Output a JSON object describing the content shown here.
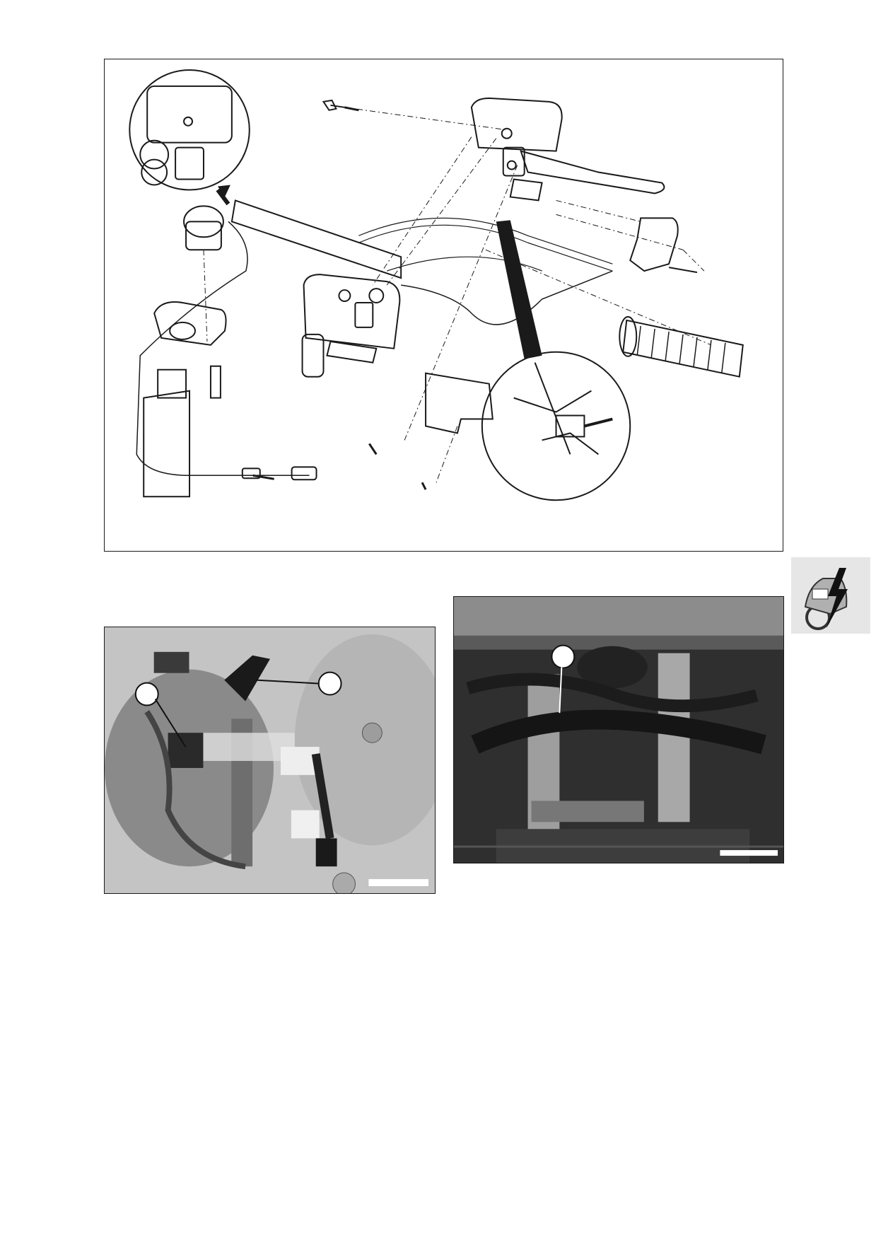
{
  "figures": [
    {
      "id": "exploded",
      "label": "handlebar-exploded-view"
    },
    {
      "id": "photo-left",
      "label": "wiring-connectors-photo"
    },
    {
      "id": "photo-right",
      "label": "wiring-harness-photo"
    }
  ],
  "section_tab_icon": "electrical-system-icon",
  "colors": {
    "line": "#1a1a1a",
    "photo_gray": "#9a9a9a",
    "photo_dark": "#2c2c2c",
    "tab": "#e6e6e6"
  }
}
